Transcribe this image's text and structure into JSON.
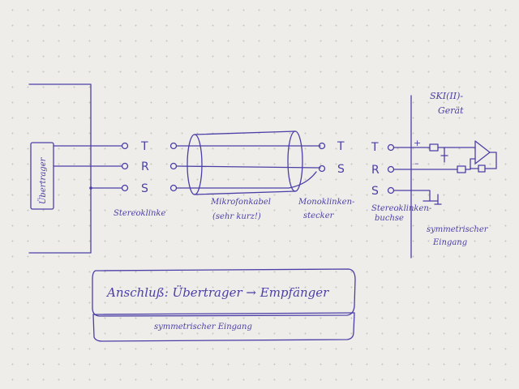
{
  "transformer_label": "Übertrager",
  "jack_terminals": [
    "T",
    "R",
    "S"
  ],
  "jack_label": "Stereoklinke",
  "cable_label_1": "Mikrofonkabel",
  "cable_label_2": "(sehr kurz!)",
  "plug_terminals": [
    "T",
    "S"
  ],
  "plug_label_1": "Monoklinken-",
  "plug_label_2": "stecker",
  "device_label_1": "SKI(II)-",
  "device_label_2": "Gerät",
  "device_terminals": [
    "T",
    "R",
    "S"
  ],
  "socket_label_1": "Stereoklinken-",
  "socket_label_2": "buchse",
  "sym_input_1": "symmetrischer",
  "sym_input_2": "Eingang",
  "plus_sign": "+",
  "minus_sign": "–",
  "title_box_text": "Anschluß: Übertrager → Empfänger",
  "sub_box_text": "symmetrischer Eingang"
}
